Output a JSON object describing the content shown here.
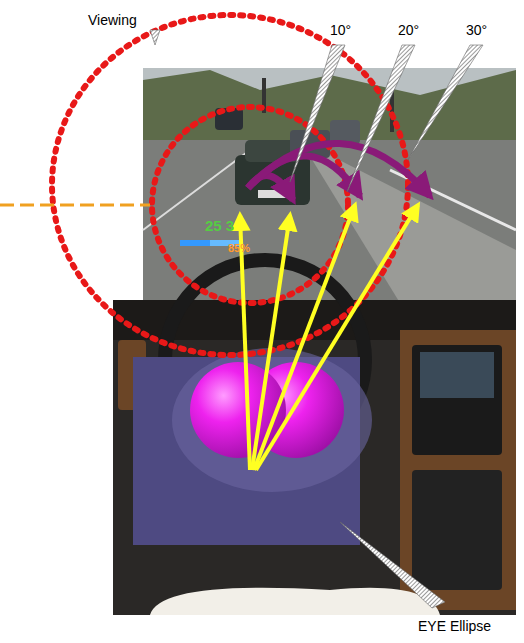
{
  "diagram": {
    "labels": [
      "Viewing",
      "10°",
      "20°",
      "30°",
      "25 3",
      "85%",
      "EYE Ellipse"
    ]
  }
}
